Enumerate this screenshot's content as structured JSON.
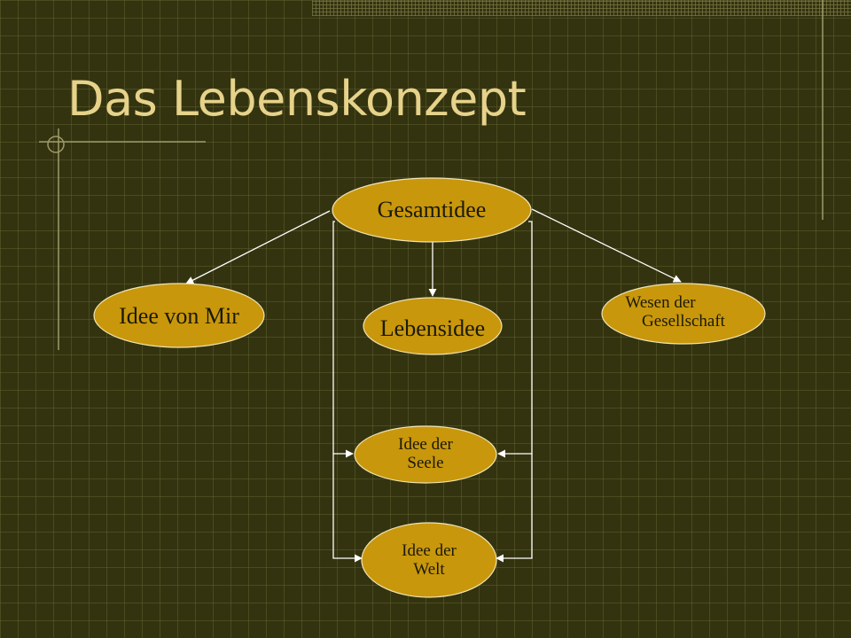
{
  "slide": {
    "title": "Das Lebenskonzept"
  },
  "diagram": {
    "nodes": {
      "gesamtidee": {
        "label": "Gesamtidee"
      },
      "idee_von_mir": {
        "label": "Idee von Mir"
      },
      "lebensidee": {
        "label": "Lebensidee"
      },
      "wesen_der_gesellschaft": {
        "line1": "Wesen der",
        "line2": "Gesellschaft"
      },
      "idee_der_seele": {
        "line1": "Idee der",
        "line2": "Seele"
      },
      "idee_der_welt": {
        "line1": "Idee der",
        "line2": "Welt"
      }
    },
    "edges": [
      {
        "from": "Gesamtidee",
        "to": "Idee von Mir"
      },
      {
        "from": "Gesamtidee",
        "to": "Lebensidee"
      },
      {
        "from": "Gesamtidee",
        "to": "Wesen der Gesellschaft"
      },
      {
        "from": "Gesamtidee",
        "to": "Idee der Seele"
      },
      {
        "from": "Gesamtidee",
        "to": "Idee der Welt"
      }
    ]
  },
  "colors": {
    "background": "#333310",
    "node_fill": "#c9970c",
    "title_text": "#e6d28a",
    "connector": "#ffffff"
  }
}
